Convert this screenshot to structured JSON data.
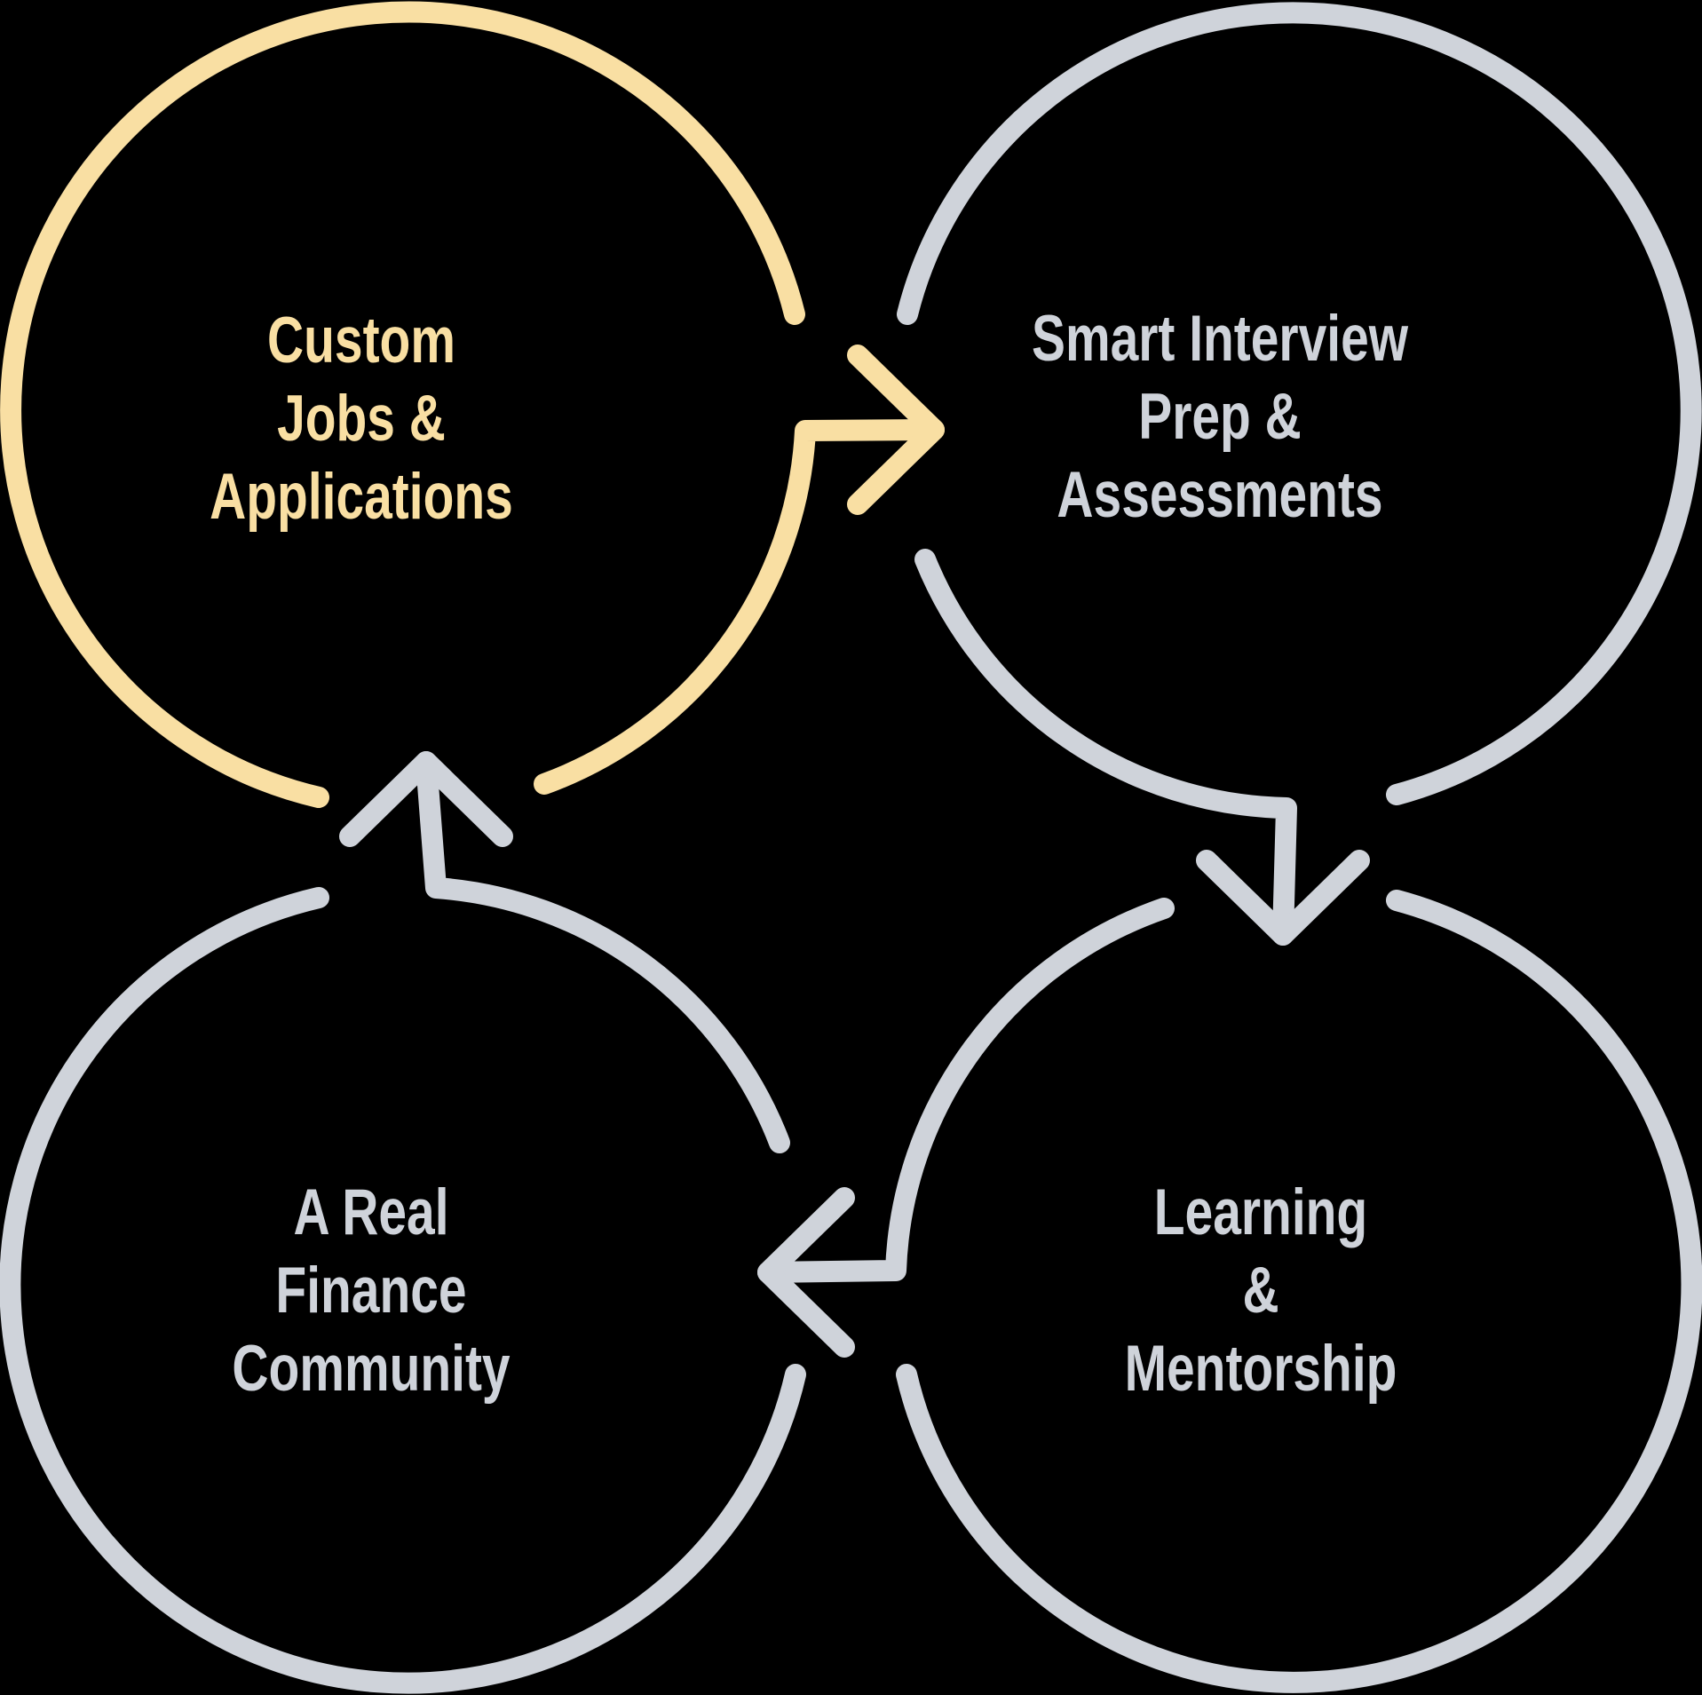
{
  "colors": {
    "background": "#000000",
    "accent": "#F9DFA3",
    "muted": "#CFD3DA"
  },
  "diagram": {
    "type": "cycle",
    "flow_direction": "clockwise",
    "steps": [
      {
        "id": "custom-jobs-applications",
        "position": "top-left",
        "highlighted": true,
        "color": "accent",
        "lines": [
          "Custom",
          "Jobs &",
          "Applications"
        ]
      },
      {
        "id": "smart-interview-prep-assessments",
        "position": "top-right",
        "highlighted": false,
        "color": "muted",
        "lines": [
          "Smart Interview",
          "Prep &",
          "Assessments"
        ]
      },
      {
        "id": "learning-mentorship",
        "position": "bottom-right",
        "highlighted": false,
        "color": "muted",
        "lines": [
          "Learning",
          "&",
          "Mentorship"
        ]
      },
      {
        "id": "a-real-finance-community",
        "position": "bottom-left",
        "highlighted": false,
        "color": "muted",
        "lines": [
          "A Real",
          "Finance",
          "Community"
        ]
      }
    ],
    "arrows": [
      {
        "from": "custom-jobs-applications",
        "to": "smart-interview-prep-assessments",
        "direction": "right",
        "color": "accent"
      },
      {
        "from": "smart-interview-prep-assessments",
        "to": "learning-mentorship",
        "direction": "down",
        "color": "muted"
      },
      {
        "from": "learning-mentorship",
        "to": "a-real-finance-community",
        "direction": "left",
        "color": "muted"
      },
      {
        "from": "a-real-finance-community",
        "to": "custom-jobs-applications",
        "direction": "up",
        "color": "muted"
      }
    ]
  }
}
